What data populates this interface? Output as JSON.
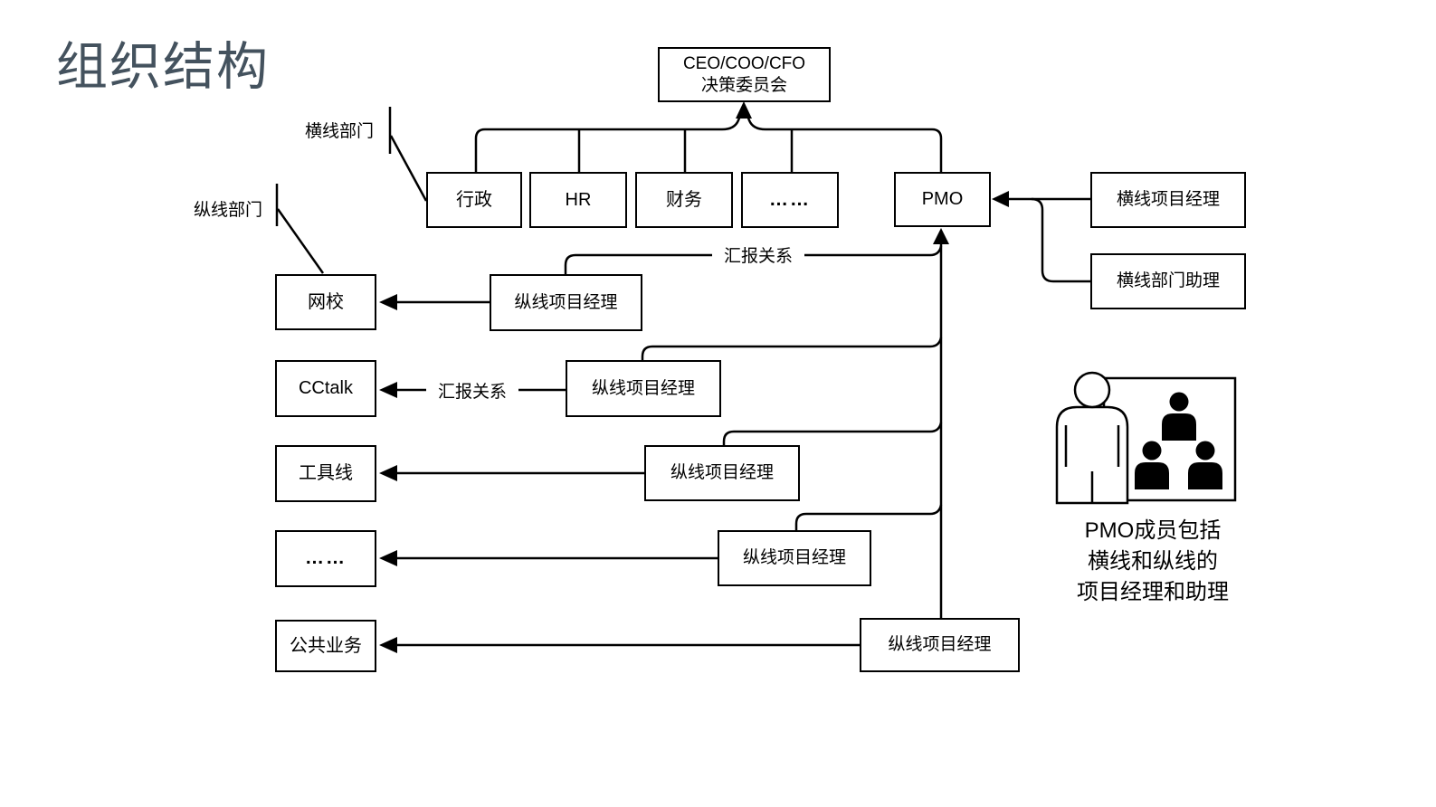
{
  "slide": {
    "title": "组织结构",
    "title_color": "#44525E",
    "background_color": "#FFFFFF",
    "line_color": "#000000"
  },
  "chart": {
    "root": {
      "line1": "CEO/COO/CFO",
      "line2": "决策委员会"
    },
    "top_departments": [
      {
        "label": "行政"
      },
      {
        "label": "HR"
      },
      {
        "label": "财务"
      },
      {
        "label": "……"
      },
      {
        "label": "PMO"
      }
    ],
    "callouts": {
      "horizontal_departments": "横线部门",
      "vertical_departments": "纵线部门"
    },
    "reporting_labels": {
      "top": "汇报关系",
      "middle": "汇报关系"
    },
    "business_lines": [
      {
        "label": "网校"
      },
      {
        "label": "CCtalk"
      },
      {
        "label": "工具线"
      },
      {
        "label": "……"
      },
      {
        "label": "公共业务"
      }
    ],
    "vertical_pms": [
      {
        "label": "纵线项目经理"
      },
      {
        "label": "纵线项目经理"
      },
      {
        "label": "纵线项目经理"
      },
      {
        "label": "纵线项目经理"
      },
      {
        "label": "纵线项目经理"
      }
    ],
    "pmo_side": [
      {
        "label": "横线项目经理"
      },
      {
        "label": "横线部门助理"
      }
    ],
    "note": {
      "lines": [
        "PMO成员包括",
        "横线和纵线的",
        "项目经理和助理"
      ]
    },
    "icon": {
      "name": "pmo-team-icon"
    }
  }
}
